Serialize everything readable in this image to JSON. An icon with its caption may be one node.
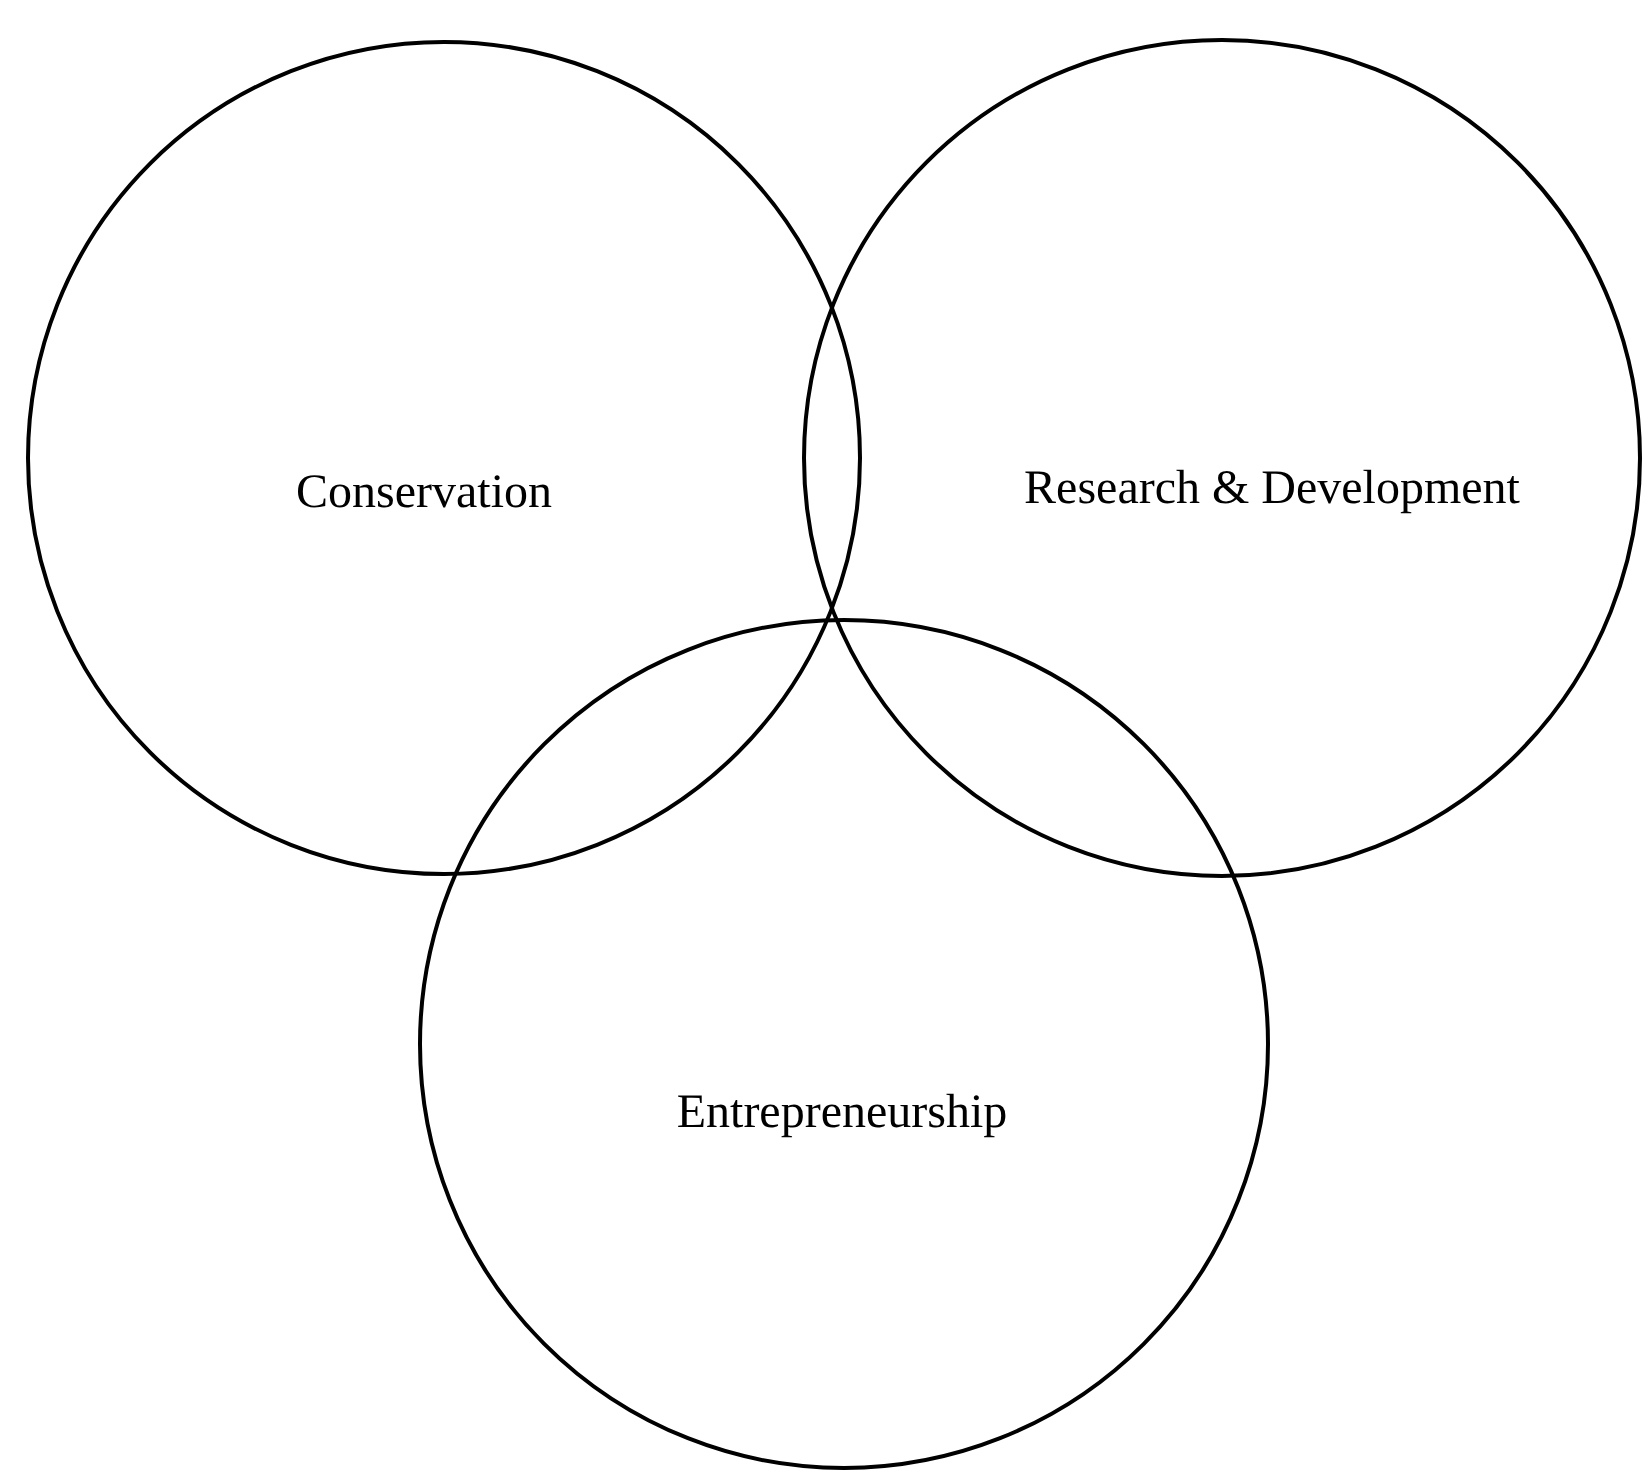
{
  "diagram": {
    "nodes": [
      {
        "text": [
          "Conservation"
        ]
      },
      {
        "text": [
          "Research & Development"
        ]
      },
      {
        "text": [
          "Entrepreneurship"
        ]
      }
    ]
  }
}
